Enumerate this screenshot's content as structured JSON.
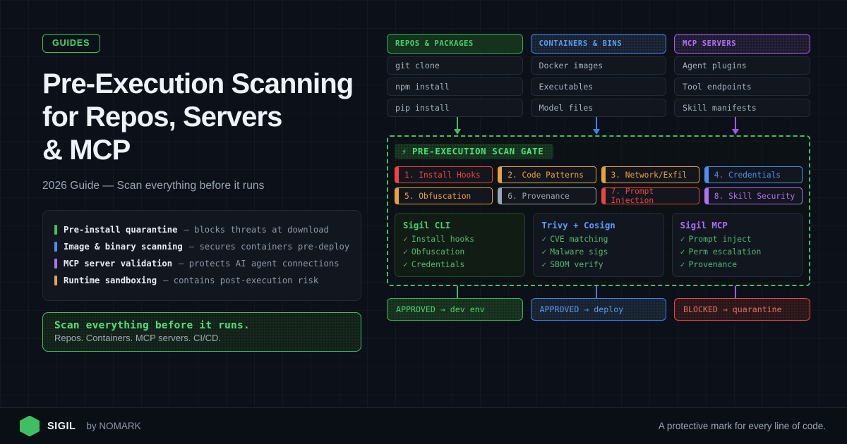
{
  "badge": {
    "label": "GUIDES"
  },
  "hero": {
    "title_lines": [
      "Pre-Execution Scanning",
      "for Repos, Servers",
      "& MCP"
    ],
    "subtitle": "2026 Guide — Scan everything before it runs"
  },
  "features": [
    {
      "name": "Pre-install quarantine",
      "desc": "— blocks threats at download",
      "color": "#3fbf63"
    },
    {
      "name": "Image & binary scanning",
      "desc": "— secures containers pre-deploy",
      "color": "#4b8ef5"
    },
    {
      "name": "MCP server validation",
      "desc": "— protects AI agent connections",
      "color": "#b070f8"
    },
    {
      "name": "Runtime sandboxing",
      "desc": "— contains post-execution risk",
      "color": "#e8a33d"
    }
  ],
  "callout": {
    "title": "Scan everything before it runs.",
    "subtitle": "Repos. Containers. MCP servers. CI/CD."
  },
  "diagram": {
    "columns": [
      {
        "header": "REPOS & PACKAGES",
        "accent": "#2fae52",
        "items": [
          "git clone",
          "npm install",
          "pip install"
        ]
      },
      {
        "header": "CONTAINERS & BINS",
        "accent": "#3b82f6",
        "items": [
          "Docker images",
          "Executables",
          "Model files"
        ]
      },
      {
        "header": "MCP SERVERS",
        "accent": "#a855f7",
        "items": [
          "Agent plugins",
          "Tool endpoints",
          "Skill manifests"
        ]
      }
    ],
    "gate": {
      "bolt": "⚡",
      "label": "PRE-EXECUTION SCAN GATE",
      "chips": [
        {
          "label": "1. Install Hooks",
          "color": "#ef4444"
        },
        {
          "label": "2. Code Patterns",
          "color": "#e8a33d"
        },
        {
          "label": "3. Network/Exfil",
          "color": "#e8a33d"
        },
        {
          "label": "4. Credentials",
          "color": "#4b8ef5"
        },
        {
          "label": "5. Obfuscation",
          "color": "#e8a33d"
        },
        {
          "label": "6. Provenance",
          "color": "#9aa7b6"
        },
        {
          "label": "7. Prompt Injection",
          "color": "#ef4444"
        },
        {
          "label": "8. Skill Security",
          "color": "#b070f8"
        }
      ],
      "tools": [
        {
          "title": "Sigil CLI",
          "color": "#4bd072",
          "rows": [
            "Install hooks",
            "Obfuscation",
            "Credentials"
          ],
          "check": "✓"
        },
        {
          "title": "Trivy + Cosign",
          "color": "#5b9bf8",
          "rows": [
            "CVE matching",
            "Malware sigs",
            "SBOM verify"
          ],
          "check": "✓"
        },
        {
          "title": "Sigil MCP",
          "color": "#b070f8",
          "rows": [
            "Prompt inject",
            "Perm escalation",
            "Provenance"
          ],
          "check": "✓"
        }
      ]
    },
    "outcomes": [
      {
        "label": "APPROVED → dev env",
        "variant": "green"
      },
      {
        "label": "APPROVED → deploy",
        "variant": "blue"
      },
      {
        "label": "BLOCKED → quarantine",
        "variant": "red"
      }
    ]
  },
  "footer": {
    "brand": "SIGIL",
    "by": "by NOMARK",
    "tagline": "A protective mark for every line of code."
  }
}
